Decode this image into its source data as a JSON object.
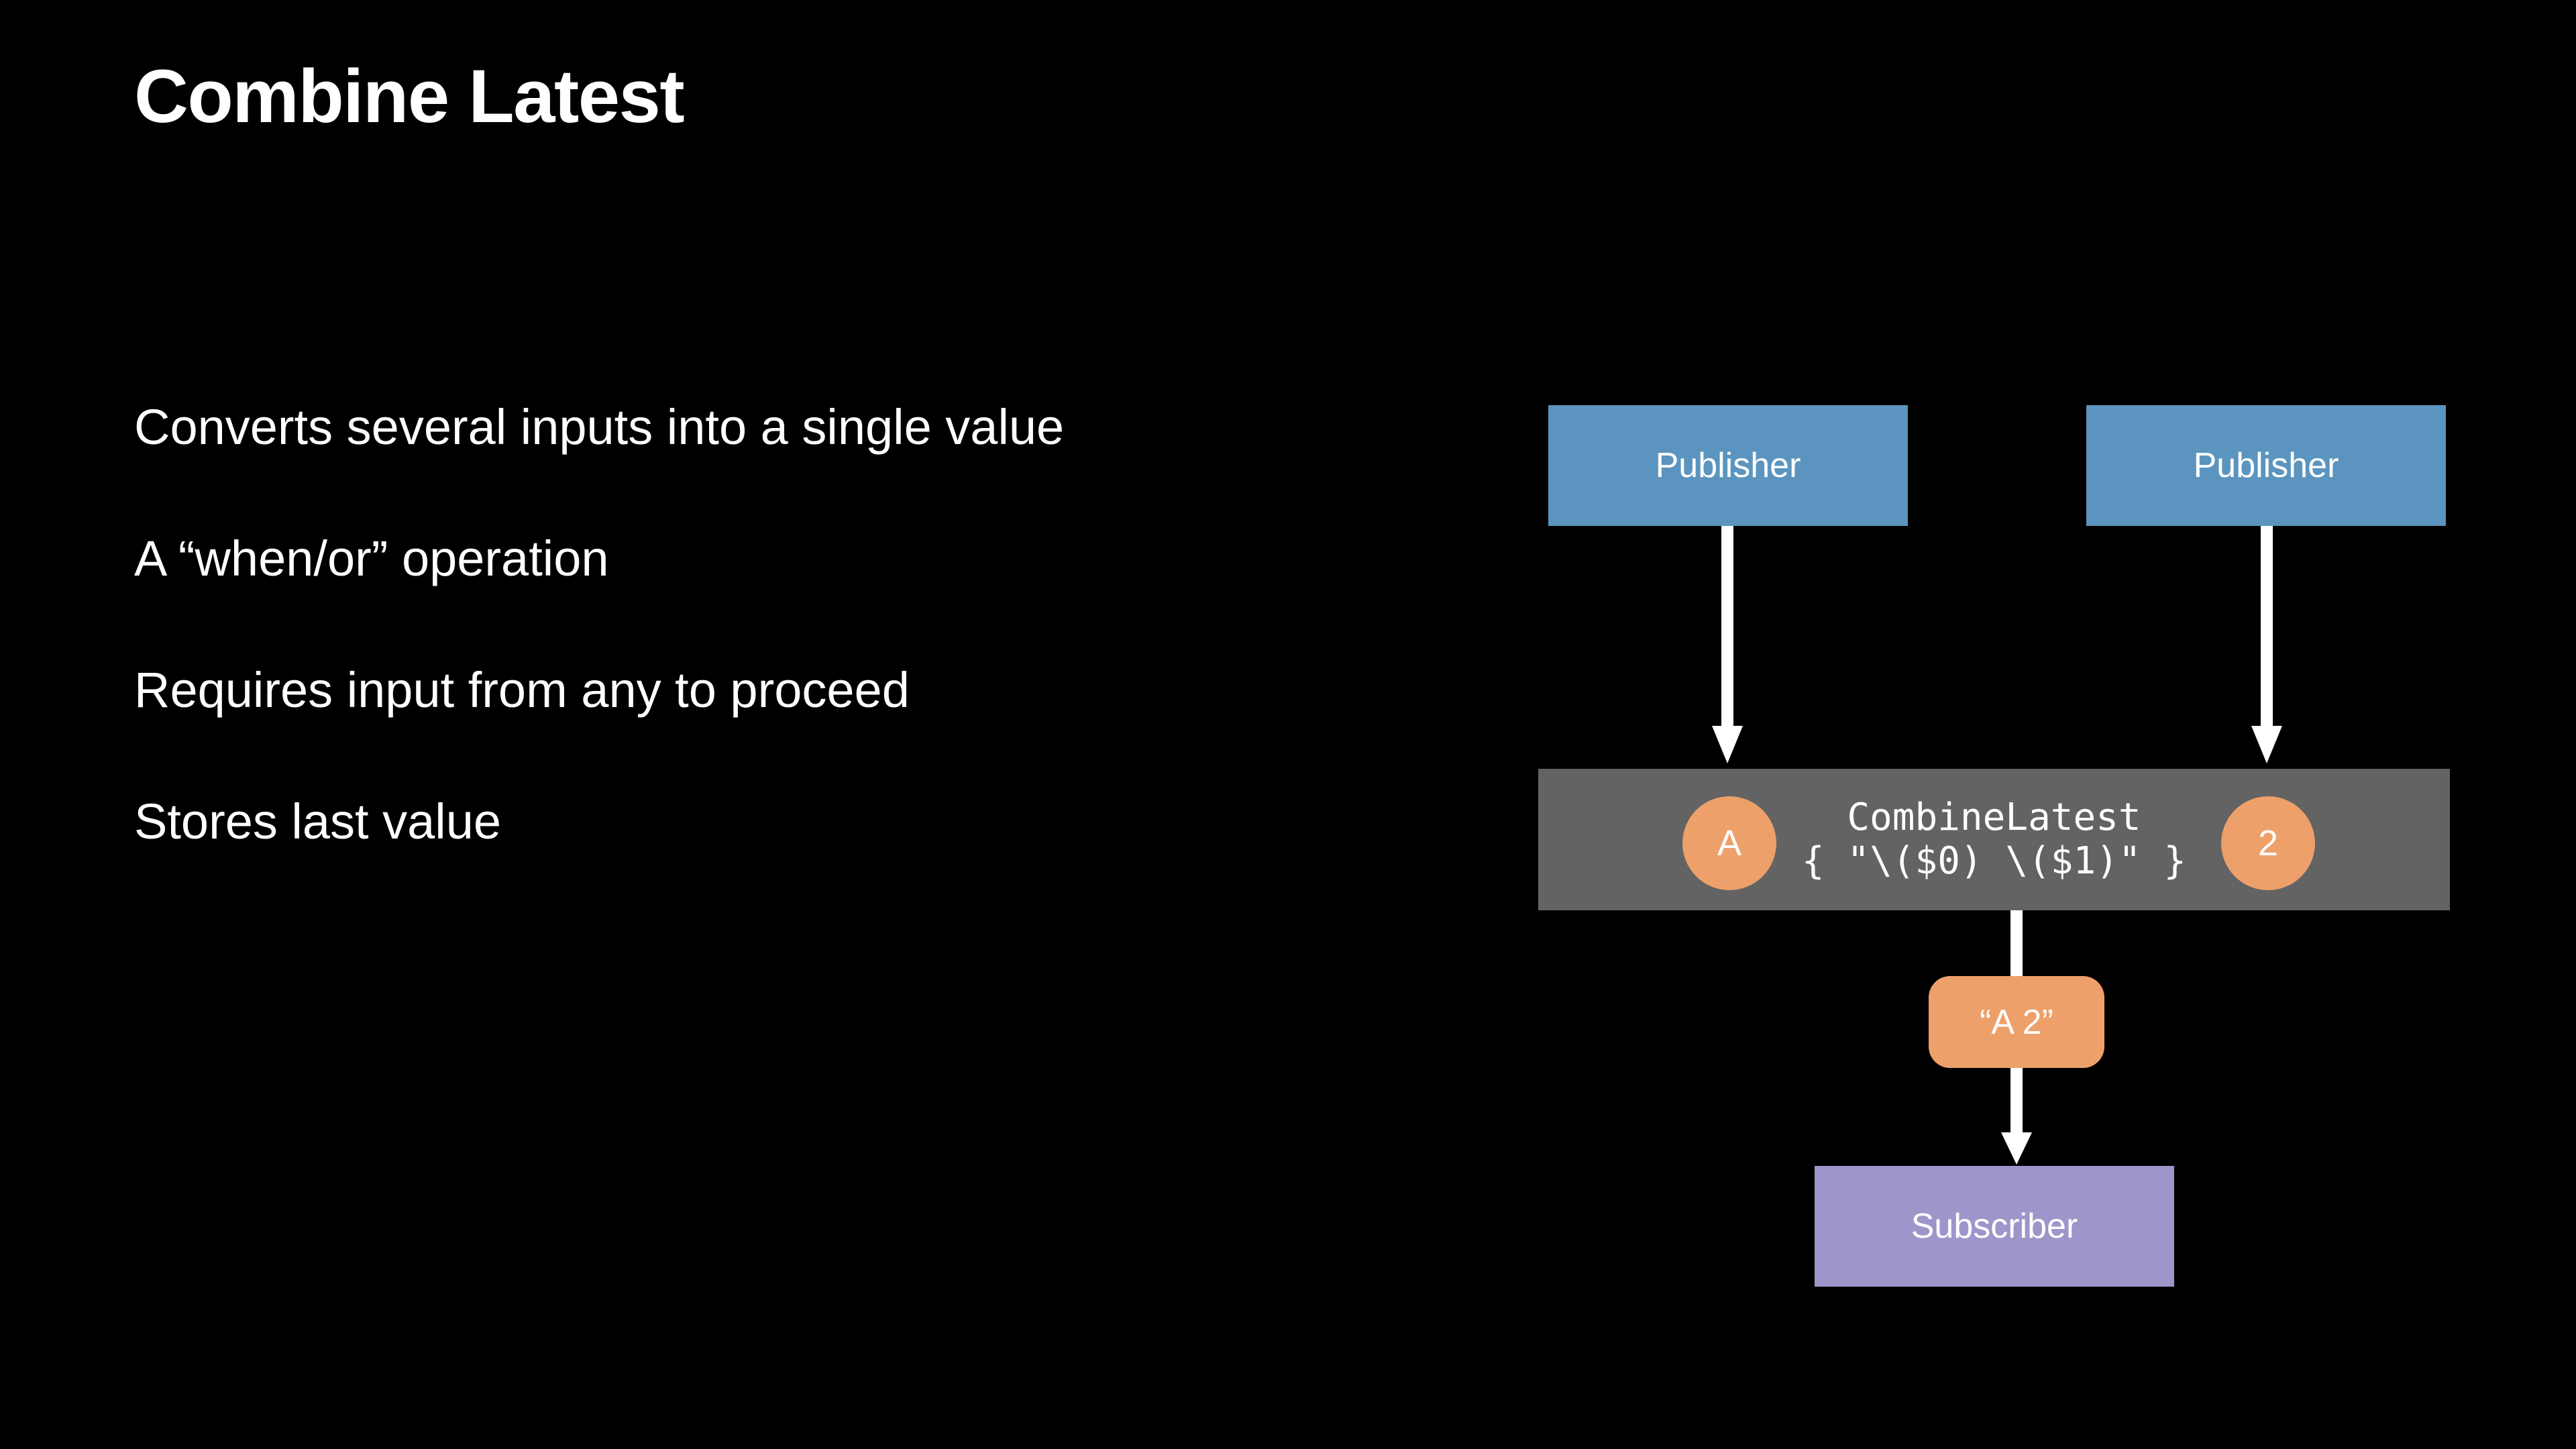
{
  "slide": {
    "title": "Combine Latest",
    "background_color": "#000000",
    "text_color": "#ffffff"
  },
  "bullets": [
    "Converts several inputs into a single value",
    "A “when/or” operation",
    "Requires input from any to proceed",
    "Stores last value"
  ],
  "diagram": {
    "publisher_left": {
      "label": "Publisher",
      "color": "#5b95bf"
    },
    "publisher_right": {
      "label": "Publisher",
      "color": "#5b95bf"
    },
    "operator": {
      "name": "CombineLatest",
      "closure": "{ \"\\($0) \\($1)\" }",
      "color": "#636363",
      "input_token_left": "A",
      "input_token_right": "2",
      "token_color": "#eda06a"
    },
    "output_value": {
      "label": "“A 2”",
      "color": "#eda06a"
    },
    "subscriber": {
      "label": "Subscriber",
      "color": "#9d96ca"
    },
    "arrow_color": "#ffffff",
    "arrows": [
      {
        "name": "publisher-left-to-operator"
      },
      {
        "name": "publisher-right-to-operator"
      },
      {
        "name": "operator-to-value"
      },
      {
        "name": "value-to-subscriber"
      }
    ]
  }
}
